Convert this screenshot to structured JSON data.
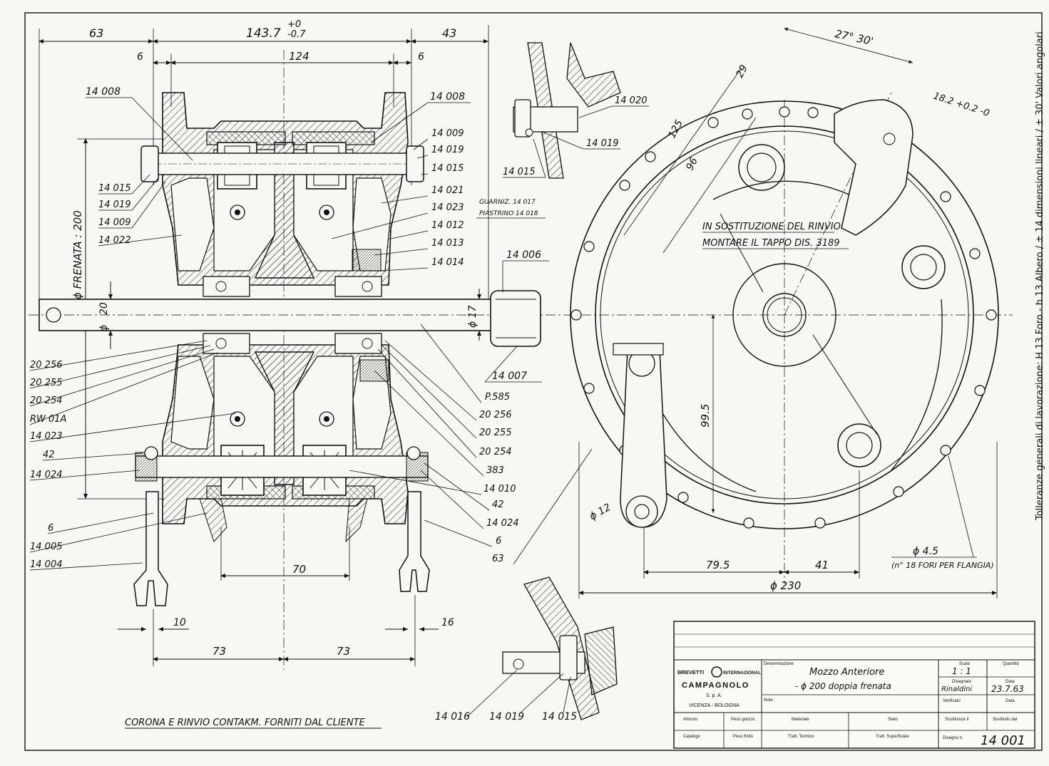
{
  "dimensions": {
    "overall_left": "63",
    "overall_center": "143.7",
    "overall_tol_upper": "+0",
    "overall_tol_lower": "-0.7",
    "overall_right": "43",
    "flange_left": "6",
    "inner_width": "124",
    "flange_right": "6",
    "brake_diameter": "ϕ FRENATA : 200",
    "axle_diameter": "20",
    "axle_phi": "ϕ",
    "axle_end_diameter": "ϕ 17",
    "arm_spacing": "70",
    "arm_pin": "10",
    "arm_pin_right": "16",
    "half_left": "73",
    "half_right": "73"
  },
  "left_labels": [
    "14 008",
    "14 015",
    "14 019",
    "14 009",
    "14 022",
    "20 256",
    "20 255",
    "20 254",
    "RW 01A",
    "14 023",
    "42",
    "14 024",
    "6",
    "14 005",
    "14 004"
  ],
  "right_labels": [
    "14 008",
    "14 009",
    "14 019",
    "14 015",
    "14 021",
    "14 023",
    "14 012",
    "14 013",
    "14 014",
    "14 006",
    "14 007",
    "P.585",
    "20 256",
    "20 255",
    "20 254",
    "383",
    "14 010",
    "42",
    "14 024",
    "6",
    "63"
  ],
  "gasket_note": "GUARNIZ. 14 017",
  "plate_note": "PIASTRINO 14 018",
  "detail_top": [
    "14 020",
    "14 019",
    "14 015"
  ],
  "detail_bottom": [
    "14 016",
    "14 019",
    "14 015"
  ],
  "side_view": {
    "angle": "27° 30'",
    "slot": "18.2 +0.2 -0",
    "dim_29": "29",
    "dim_125": "125",
    "dim_96": "96",
    "dim_99_5": "99.5",
    "dim_79_5": "79.5",
    "dim_41": "41",
    "outer_diameter": "ϕ 230",
    "hole_diameter": "ϕ 4.5",
    "hole_note": "(n° 18 FORI PER FLANGIA)",
    "lever_diameter": "ϕ 12",
    "note_line1": "IN SOSTITUZIONE DEL RINVIO",
    "note_line2": "MONTARE IL TAPPO DIS. 3189"
  },
  "footer_note": "CORONA E RINVIO CONTAKM. FORNITI DAL CLIENTE",
  "side_tolerance": "Tolleranze generali di lavorazione: H 13 Foro - h 13 Albero / ± 14 dimensioni lineari / ± 30' Valori angolari",
  "title_block": {
    "company_line1": "BREVETTI",
    "company_badge": "INTERNAZIONALI",
    "company_name": "CAMPAGNOLO",
    "company_type": "S. p. A.",
    "company_city": "VICENZA - BOLOGNA",
    "denominazione_label": "Denominazione",
    "part_name_1": "Mozzo Anteriore",
    "part_name_2": "- ϕ 200 doppia frenata",
    "note_label": "Note :",
    "scale_label": "Scala",
    "scale_value": "1 : 1",
    "quantity_label": "Quantità",
    "drawn_label": "Disegnato",
    "drawn_by": "Rinaldini",
    "date_label": "Data",
    "date_value": "23.7.63",
    "checked_label": "Verificato",
    "date_label2": "Data",
    "articolo_label": "Articolo",
    "peso_grezzo_label": "Peso grezzo",
    "materiale_label": "Materiale",
    "stato_label": "Stato",
    "sostituisce_label": "Sostituisce il",
    "sostituito_label": "Sostituito dal",
    "catalogo_label": "Catalogo",
    "peso_finito_label": "Peso finito",
    "tratt_termico_label": "Tratt. Termico",
    "tratt_superficiale_label": "Tratt. Superficiale",
    "disegno_label": "Disegno n.",
    "drawing_number": "14 001"
  }
}
